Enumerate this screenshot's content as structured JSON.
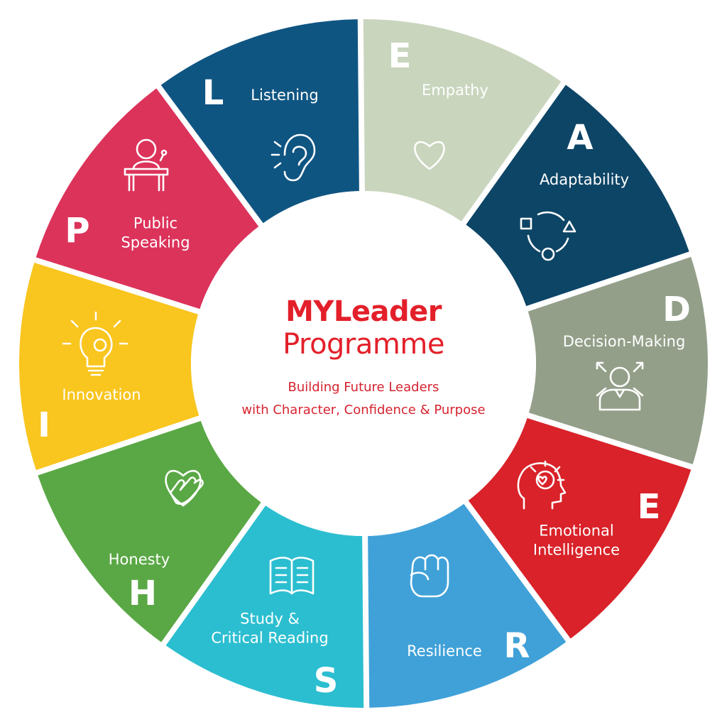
{
  "title_line1": "MYLeader",
  "title_line2": "Programme",
  "subtitle_line1": "Building Future Leaders",
  "subtitle_line2": "with Character, Confidence & Purpose",
  "colors": {
    "title": "#e3202a",
    "background": "#ffffff"
  },
  "segments": [
    {
      "letter": "E",
      "label_lines": [
        "Empathy"
      ],
      "icon": "heart-icon",
      "color": "#c9d5bd"
    },
    {
      "letter": "A",
      "label_lines": [
        "Adaptability"
      ],
      "icon": "cycle-icon",
      "color": "#0d4566"
    },
    {
      "letter": "D",
      "label_lines": [
        "Decision-Making"
      ],
      "icon": "person-arrows-icon",
      "color": "#939f89"
    },
    {
      "letter": "E",
      "label_lines": [
        "Emotional",
        "Intelligence"
      ],
      "icon": "head-lightbulb-icon",
      "color": "#d92229"
    },
    {
      "letter": "R",
      "label_lines": [
        "Resilience"
      ],
      "icon": "fist-icon",
      "color": "#40a1d8"
    },
    {
      "letter": "S",
      "label_lines": [
        "Study &",
        "Critical Reading"
      ],
      "icon": "book-icon",
      "color": "#2bbed0"
    },
    {
      "letter": "H",
      "label_lines": [
        "Honesty"
      ],
      "icon": "heart-hand-icon",
      "color": "#5aa845"
    },
    {
      "letter": "I",
      "label_lines": [
        "Innovation"
      ],
      "icon": "lightbulb-gear-icon",
      "color": "#f9c51f"
    },
    {
      "letter": "P",
      "label_lines": [
        "Public",
        "Speaking"
      ],
      "icon": "podium-icon",
      "color": "#dc335b"
    },
    {
      "letter": "L",
      "label_lines": [
        "Listening"
      ],
      "icon": "ear-icon",
      "color": "#0f5582"
    }
  ]
}
